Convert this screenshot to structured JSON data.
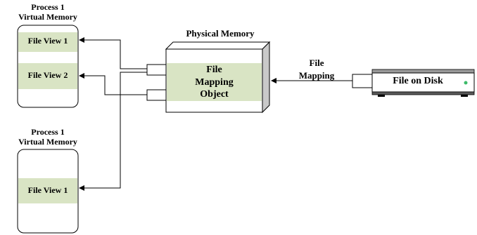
{
  "physical_memory": {
    "title": "Physical Memory",
    "object_line1": "File",
    "object_line2": "Mapping",
    "object_line3": "Object"
  },
  "process_top": {
    "title_line1": "Process 1",
    "title_line2": "Virtual Memory",
    "view1": "File View 1",
    "view2": "File View 2"
  },
  "process_bottom": {
    "title_line1": "Process 1",
    "title_line2": "Virtual Memory",
    "view1": "File View 1"
  },
  "file_mapping": {
    "line1": "File",
    "line2": "Mapping"
  },
  "disk": {
    "label": "File on Disk"
  },
  "colors": {
    "view_fill": "#d9e4c4",
    "box_stroke": "#000000",
    "disk_light": "#3dbb6a"
  }
}
